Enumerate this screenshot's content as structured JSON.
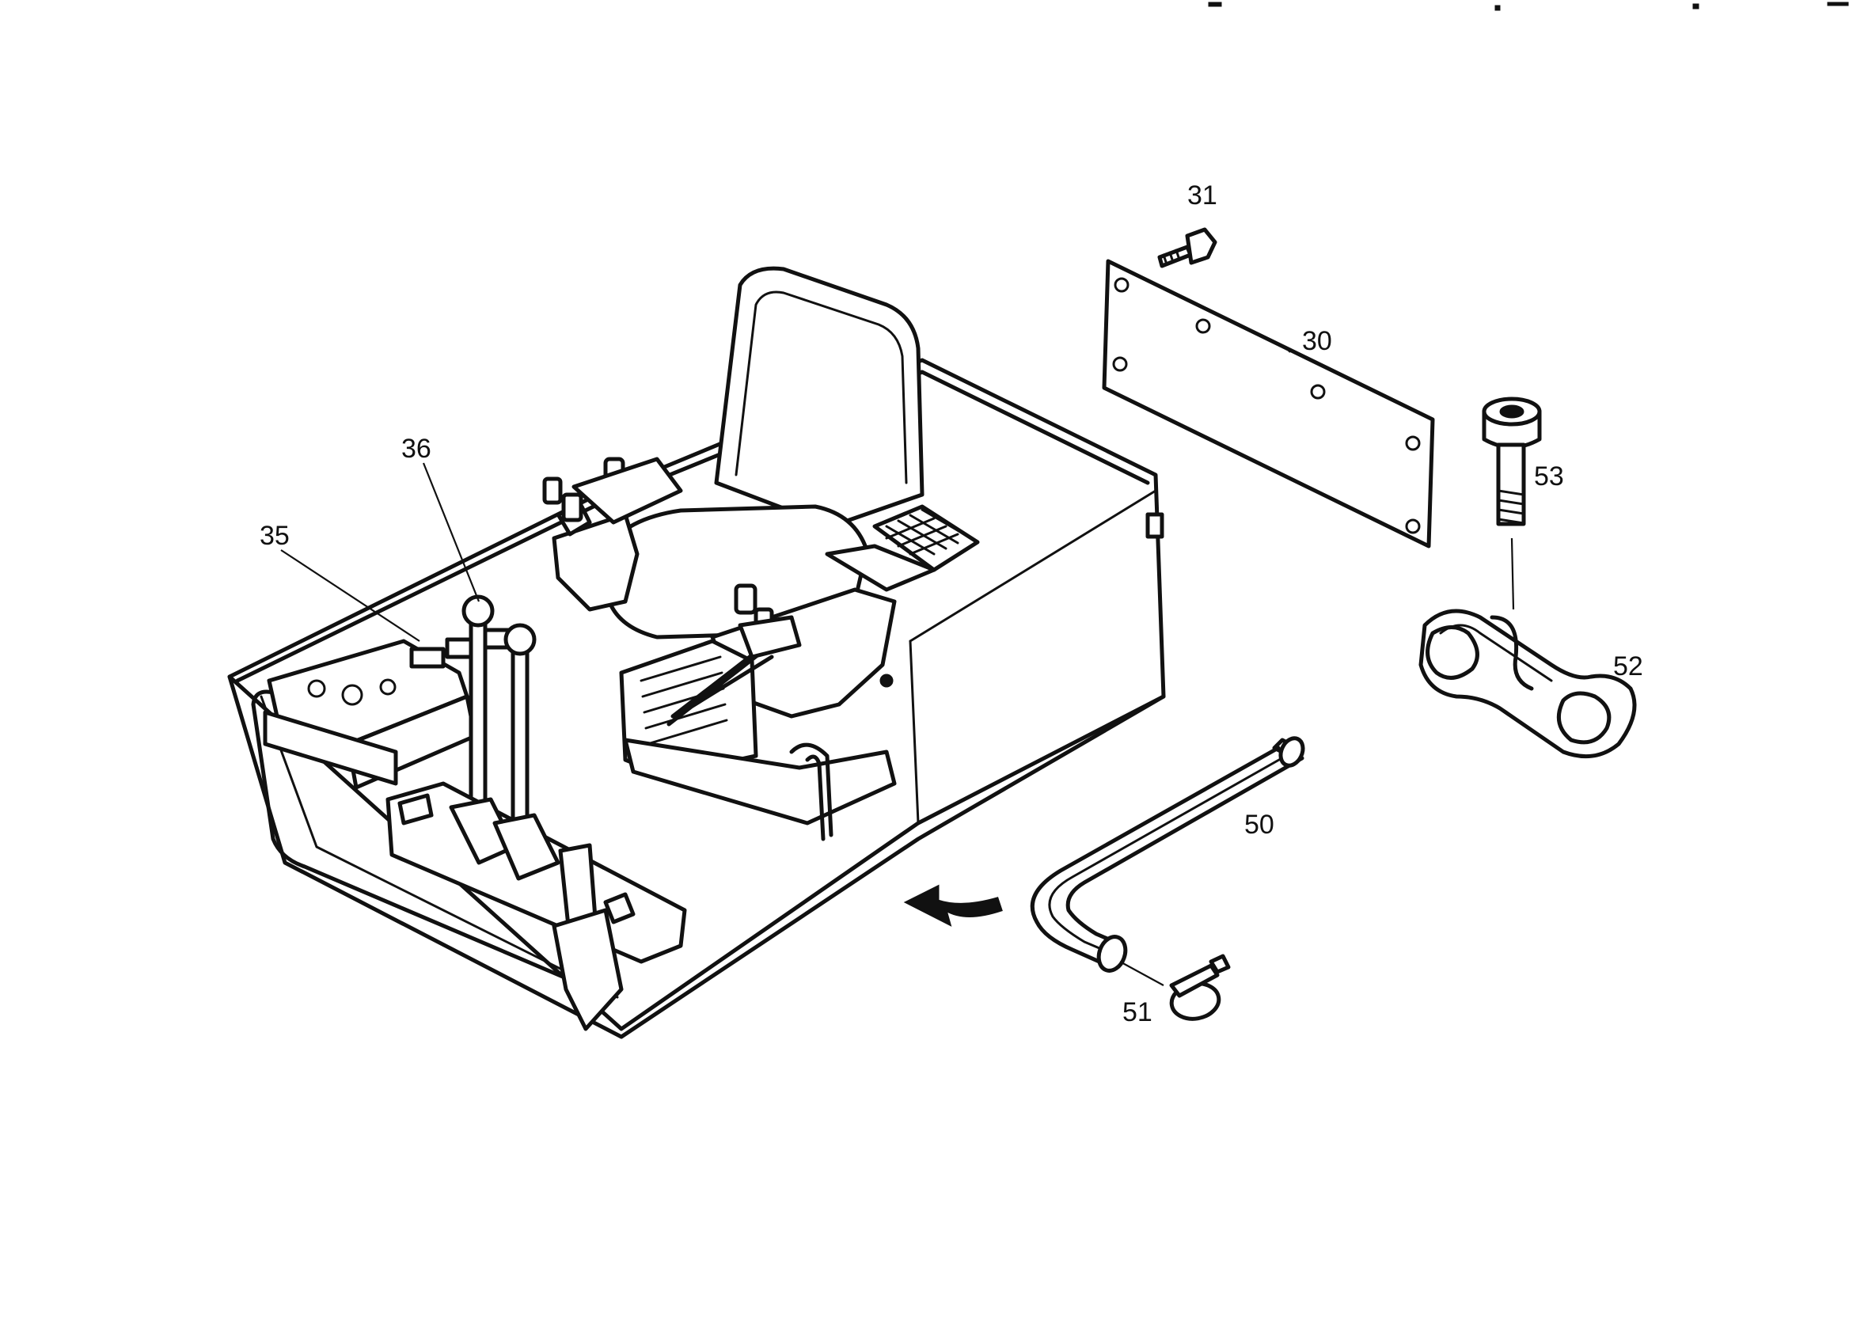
{
  "callouts": {
    "c30": "30",
    "c31": "31",
    "c35": "35",
    "c36": "36",
    "c50": "50",
    "c51": "51",
    "c52": "52",
    "c53": "53"
  },
  "colors": {
    "ink": "#111111",
    "paper": "#ffffff"
  }
}
